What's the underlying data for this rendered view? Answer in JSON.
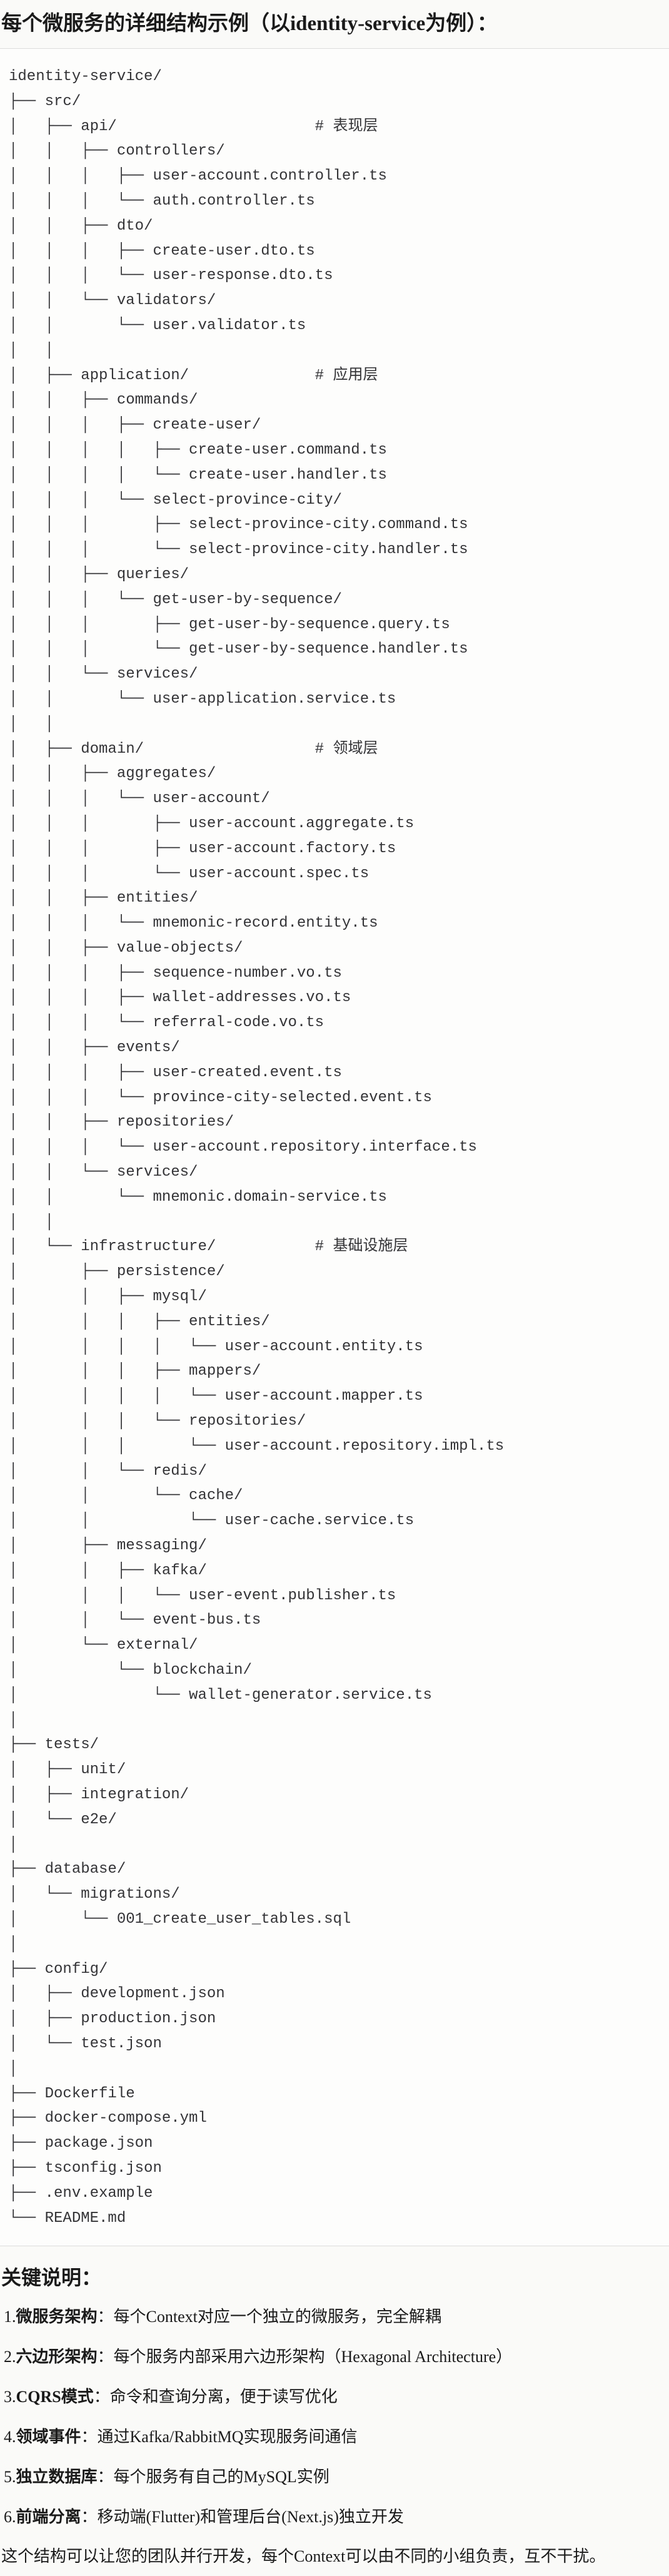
{
  "title": "每个微服务的详细结构示例（以identity-service为例）：",
  "tree": [
    {
      "text": "identity-service/"
    },
    {
      "text": "├── src/"
    },
    {
      "text": "│   ├── api/",
      "comment": "# 表现层"
    },
    {
      "text": "│   │   ├── controllers/"
    },
    {
      "text": "│   │   │   ├── user-account.controller.ts"
    },
    {
      "text": "│   │   │   └── auth.controller.ts"
    },
    {
      "text": "│   │   ├── dto/"
    },
    {
      "text": "│   │   │   ├── create-user.dto.ts"
    },
    {
      "text": "│   │   │   └── user-response.dto.ts"
    },
    {
      "text": "│   │   └── validators/"
    },
    {
      "text": "│   │       └── user.validator.ts"
    },
    {
      "text": "│   │"
    },
    {
      "text": "│   ├── application/",
      "comment": "# 应用层"
    },
    {
      "text": "│   │   ├── commands/"
    },
    {
      "text": "│   │   │   ├── create-user/"
    },
    {
      "text": "│   │   │   │   ├── create-user.command.ts"
    },
    {
      "text": "│   │   │   │   └── create-user.handler.ts"
    },
    {
      "text": "│   │   │   └── select-province-city/"
    },
    {
      "text": "│   │   │       ├── select-province-city.command.ts"
    },
    {
      "text": "│   │   │       └── select-province-city.handler.ts"
    },
    {
      "text": "│   │   ├── queries/"
    },
    {
      "text": "│   │   │   └── get-user-by-sequence/"
    },
    {
      "text": "│   │   │       ├── get-user-by-sequence.query.ts"
    },
    {
      "text": "│   │   │       └── get-user-by-sequence.handler.ts"
    },
    {
      "text": "│   │   └── services/"
    },
    {
      "text": "│   │       └── user-application.service.ts"
    },
    {
      "text": "│   │"
    },
    {
      "text": "│   ├── domain/",
      "comment": "# 领域层"
    },
    {
      "text": "│   │   ├── aggregates/"
    },
    {
      "text": "│   │   │   └── user-account/"
    },
    {
      "text": "│   │   │       ├── user-account.aggregate.ts"
    },
    {
      "text": "│   │   │       ├── user-account.factory.ts"
    },
    {
      "text": "│   │   │       └── user-account.spec.ts"
    },
    {
      "text": "│   │   ├── entities/"
    },
    {
      "text": "│   │   │   └── mnemonic-record.entity.ts"
    },
    {
      "text": "│   │   ├── value-objects/"
    },
    {
      "text": "│   │   │   ├── sequence-number.vo.ts"
    },
    {
      "text": "│   │   │   ├── wallet-addresses.vo.ts"
    },
    {
      "text": "│   │   │   └── referral-code.vo.ts"
    },
    {
      "text": "│   │   ├── events/"
    },
    {
      "text": "│   │   │   ├── user-created.event.ts"
    },
    {
      "text": "│   │   │   └── province-city-selected.event.ts"
    },
    {
      "text": "│   │   ├── repositories/"
    },
    {
      "text": "│   │   │   └── user-account.repository.interface.ts"
    },
    {
      "text": "│   │   └── services/"
    },
    {
      "text": "│   │       └── mnemonic.domain-service.ts"
    },
    {
      "text": "│   │"
    },
    {
      "text": "│   └── infrastructure/",
      "comment": "# 基础设施层"
    },
    {
      "text": "│       ├── persistence/"
    },
    {
      "text": "│       │   ├── mysql/"
    },
    {
      "text": "│       │   │   ├── entities/"
    },
    {
      "text": "│       │   │   │   └── user-account.entity.ts"
    },
    {
      "text": "│       │   │   ├── mappers/"
    },
    {
      "text": "│       │   │   │   └── user-account.mapper.ts"
    },
    {
      "text": "│       │   │   └── repositories/"
    },
    {
      "text": "│       │   │       └── user-account.repository.impl.ts"
    },
    {
      "text": "│       │   └── redis/"
    },
    {
      "text": "│       │       └── cache/"
    },
    {
      "text": "│       │           └── user-cache.service.ts"
    },
    {
      "text": "│       ├── messaging/"
    },
    {
      "text": "│       │   ├── kafka/"
    },
    {
      "text": "│       │   │   └── user-event.publisher.ts"
    },
    {
      "text": "│       │   └── event-bus.ts"
    },
    {
      "text": "│       └── external/"
    },
    {
      "text": "│           └── blockchain/"
    },
    {
      "text": "│               └── wallet-generator.service.ts"
    },
    {
      "text": "│"
    },
    {
      "text": "├── tests/"
    },
    {
      "text": "│   ├── unit/"
    },
    {
      "text": "│   ├── integration/"
    },
    {
      "text": "│   └── e2e/"
    },
    {
      "text": "│"
    },
    {
      "text": "├── database/"
    },
    {
      "text": "│   └── migrations/"
    },
    {
      "text": "│       └── 001_create_user_tables.sql"
    },
    {
      "text": "│"
    },
    {
      "text": "├── config/"
    },
    {
      "text": "│   ├── development.json"
    },
    {
      "text": "│   ├── production.json"
    },
    {
      "text": "│   └── test.json"
    },
    {
      "text": "│"
    },
    {
      "text": "├── Dockerfile"
    },
    {
      "text": "├── docker-compose.yml"
    },
    {
      "text": "├── package.json"
    },
    {
      "text": "├── tsconfig.json"
    },
    {
      "text": "├── .env.example"
    },
    {
      "text": "└── README.md"
    }
  ],
  "notes": {
    "title": "关键说明：",
    "items": [
      {
        "num": "1.",
        "term": "微服务架构",
        "sep": "：",
        "desc": "每个Context对应一个独立的微服务，完全解耦"
      },
      {
        "num": "2.",
        "term": "六边形架构",
        "sep": "：",
        "desc": "每个服务内部采用六边形架构（Hexagonal Architecture）"
      },
      {
        "num": "3.",
        "term": "CQRS模式",
        "sep": "：",
        "desc": "命令和查询分离，便于读写优化"
      },
      {
        "num": "4.",
        "term": "领域事件",
        "sep": "：",
        "desc": "通过Kafka/RabbitMQ实现服务间通信"
      },
      {
        "num": "5.",
        "term": "独立数据库",
        "sep": "：",
        "desc": "每个服务有自己的MySQL实例"
      },
      {
        "num": "6.",
        "term": "前端分离",
        "sep": "：",
        "desc": "移动端(Flutter)和管理后台(Next.js)独立开发"
      }
    ]
  },
  "summary": "这个结构可以让您的团队并行开发，每个Context可以由不同的小组负责，互不干扰。"
}
